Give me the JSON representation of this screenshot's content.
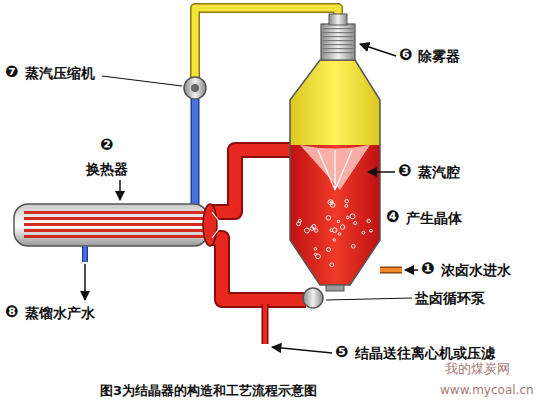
{
  "diagram": {
    "caption": "图3为结晶器的构造和工艺流程示意图",
    "labels": [
      "❻",
      "除雾器",
      "❼",
      "蒸汽压缩机",
      "❷",
      "换热器",
      "❸",
      "蒸汽腔",
      "❹",
      "产生晶体",
      "❶",
      "浓卤水进水",
      "盐卤循环泵",
      "❺",
      "结晶送往离心机或压滤",
      "❽",
      "蒸馏水产水",
      "我的煤炭网",
      "www.mycoal.cn"
    ]
  }
}
